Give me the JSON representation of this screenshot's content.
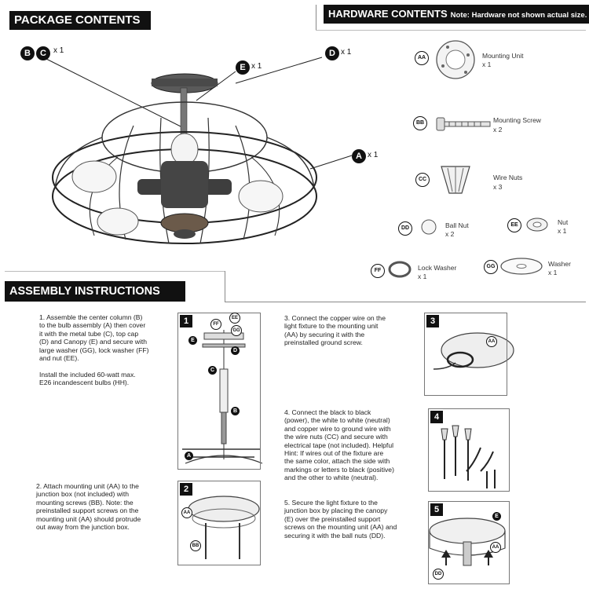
{
  "headers": {
    "package": "PACKAGE CONTENTS",
    "hardware": "HARDWARE CONTENTS",
    "hardware_note": "Note: Hardware not shown actual size.",
    "assembly": "ASSEMBLY INSTRUCTIONS"
  },
  "package_parts": [
    {
      "letters": [
        "B",
        "C"
      ],
      "qty": "x 1"
    },
    {
      "letters": [
        "E"
      ],
      "qty": "x 1"
    },
    {
      "letters": [
        "D"
      ],
      "qty": "x 1"
    },
    {
      "letters": [
        "A"
      ],
      "qty": "x 1"
    }
  ],
  "hardware_items": [
    {
      "code": "AA",
      "name": "Mounting Unit",
      "qty": "x 1"
    },
    {
      "code": "BB",
      "name": "Mounting Screw",
      "qty": "x 2"
    },
    {
      "code": "CC",
      "name": "Wire Nuts",
      "qty": "x 3"
    },
    {
      "code": "DD",
      "name": "Ball Nut",
      "qty": "x 2"
    },
    {
      "code": "EE",
      "name": "Nut",
      "qty": "x 1"
    },
    {
      "code": "FF",
      "name": "Lock Washer",
      "qty": "x 1"
    },
    {
      "code": "GG",
      "name": "Washer",
      "qty": "x 1"
    }
  ],
  "steps": [
    {
      "num": "1",
      "text": "1. Assemble the center column (B)\nto the bulb assembly (A) then cover\nit with the metal tube (C), top cap\n(D) and Canopy (E) and secure with\nlarge washer (GG), lock washer (FF)\nand nut (EE).\n\nInstall the included 60-watt max.\nE26 incandescent bulbs (HH)."
    },
    {
      "num": "2",
      "text": "2. Attach mounting unit (AA) to the\njunction box (not included) with\nmounting screws (BB). Note: the\npreinstalled support screws on the\nmounting unit (AA) should protrude\nout away from the junction box."
    },
    {
      "num": "3",
      "text": "3. Connect the copper wire on the\nlight fixture to the mounting unit\n(AA) by securing it with the\npreinstalled ground screw."
    },
    {
      "num": "4",
      "text": "4. Connect the black to black\n(power), the white to white (neutral)\nand copper wire to ground wire with\nthe wire nuts (CC) and secure with\nelectrical tape (not included). Helpful\nHint: If wires out of the fixture are\nthe same color, attach the side with\nmarkings or letters to black (positive)\nand the other to white (neutral)."
    },
    {
      "num": "5",
      "text": "5. Secure the light fixture to the\njunction box by placing the canopy\n(E) over the preinstalled support\nscrews on the mounting unit (AA) and\nsecuring it with the ball nuts (DD)."
    }
  ],
  "diagram_labels": {
    "step1": [
      "FF",
      "EE",
      "GG",
      "E",
      "D",
      "C",
      "B",
      "A"
    ],
    "step2": [
      "AA",
      "BB"
    ],
    "step3": [
      "AA"
    ],
    "step4": [],
    "step5": [
      "E",
      "AA",
      "DD"
    ]
  }
}
